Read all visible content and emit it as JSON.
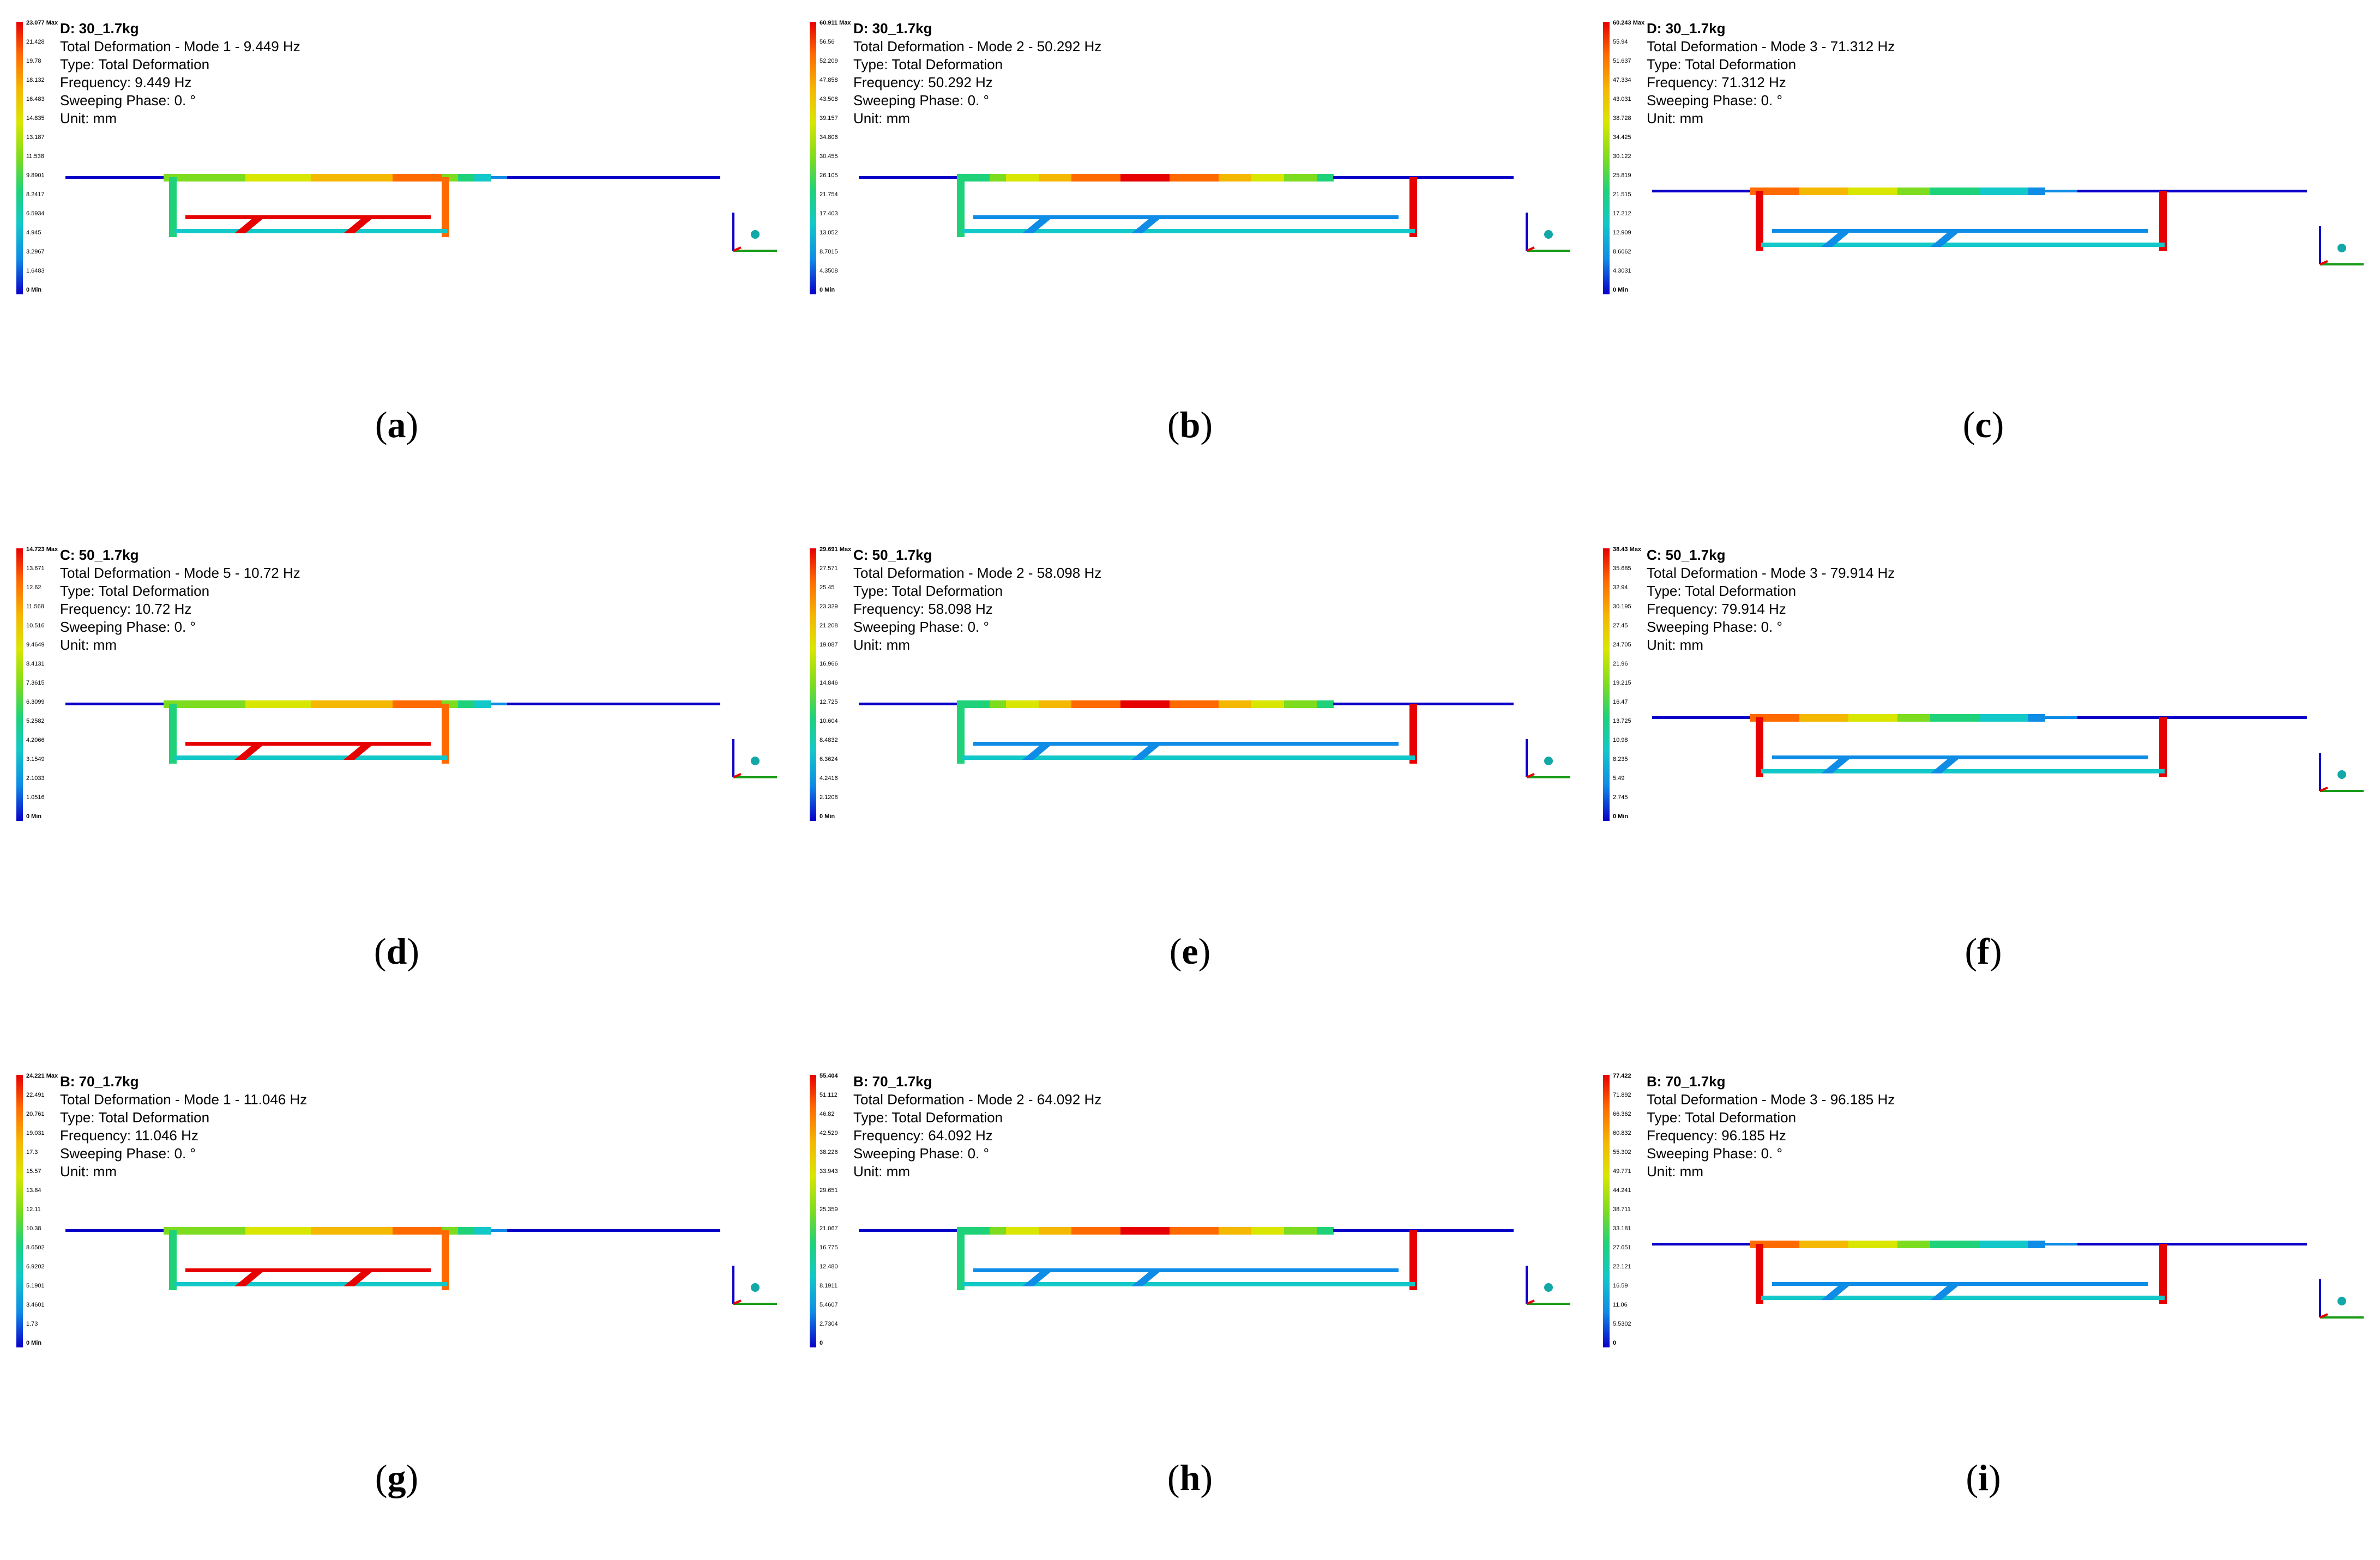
{
  "panels": [
    {
      "caption_letter": "a",
      "title": "D: 30_1.7kg",
      "subtitle": "Total Deformation - Mode 1 - 9.449 Hz",
      "type_line": "Type: Total Deformation",
      "frequency_line": "Frequency: 9.449 Hz",
      "phase_line": "Sweeping Phase: 0. °",
      "unit_line": "Unit: mm",
      "legend": [
        "23.077 Max",
        "21.428",
        "19.78",
        "18.132",
        "16.483",
        "14.835",
        "13.187",
        "11.538",
        "9.8901",
        "8.2417",
        "6.5934",
        "4.945",
        "3.2967",
        "1.6483",
        "0 Min"
      ]
    },
    {
      "caption_letter": "b",
      "title": "D: 30_1.7kg",
      "subtitle": "Total Deformation - Mode 2 - 50.292 Hz",
      "type_line": "Type: Total Deformation",
      "frequency_line": "Frequency: 50.292 Hz",
      "phase_line": "Sweeping Phase: 0. °",
      "unit_line": "Unit: mm",
      "legend": [
        "60.911 Max",
        "56.56",
        "52.209",
        "47.858",
        "43.508",
        "39.157",
        "34.806",
        "30.455",
        "26.105",
        "21.754",
        "17.403",
        "13.052",
        "8.7015",
        "4.3508",
        "0 Min"
      ]
    },
    {
      "caption_letter": "c",
      "title": "D: 30_1.7kg",
      "subtitle": "Total Deformation - Mode 3 - 71.312 Hz",
      "type_line": "Type: Total Deformation",
      "frequency_line": "Frequency: 71.312 Hz",
      "phase_line": "Sweeping Phase: 0. °",
      "unit_line": "Unit: mm",
      "legend": [
        "60.243 Max",
        "55.94",
        "51.637",
        "47.334",
        "43.031",
        "38.728",
        "34.425",
        "30.122",
        "25.819",
        "21.515",
        "17.212",
        "12.909",
        "8.6062",
        "4.3031",
        "0 Min"
      ]
    },
    {
      "caption_letter": "d",
      "title": "C: 50_1.7kg",
      "subtitle": "Total Deformation - Mode 5 - 10.72 Hz",
      "type_line": "Type: Total Deformation",
      "frequency_line": "Frequency: 10.72 Hz",
      "phase_line": "Sweeping Phase: 0. °",
      "unit_line": "Unit: mm",
      "legend": [
        "14.723 Max",
        "13.671",
        "12.62",
        "11.568",
        "10.516",
        "9.4649",
        "8.4131",
        "7.3615",
        "6.3099",
        "5.2582",
        "4.2066",
        "3.1549",
        "2.1033",
        "1.0516",
        "0 Min"
      ]
    },
    {
      "caption_letter": "e",
      "title": "C: 50_1.7kg",
      "subtitle": "Total Deformation - Mode 2 - 58.098 Hz",
      "type_line": "Type: Total Deformation",
      "frequency_line": "Frequency: 58.098 Hz",
      "phase_line": "Sweeping Phase: 0. °",
      "unit_line": "Unit: mm",
      "legend": [
        "29.691 Max",
        "27.571",
        "25.45",
        "23.329",
        "21.208",
        "19.087",
        "16.966",
        "14.846",
        "12.725",
        "10.604",
        "8.4832",
        "6.3624",
        "4.2416",
        "2.1208",
        "0 Min"
      ]
    },
    {
      "caption_letter": "f",
      "title": "C: 50_1.7kg",
      "subtitle": "Total Deformation - Mode 3 - 79.914 Hz",
      "type_line": "Type: Total Deformation",
      "frequency_line": "Frequency: 79.914 Hz",
      "phase_line": "Sweeping Phase: 0. °",
      "unit_line": "Unit: mm",
      "legend": [
        "38.43 Max",
        "35.685",
        "32.94",
        "30.195",
        "27.45",
        "24.705",
        "21.96",
        "19.215",
        "16.47",
        "13.725",
        "10.98",
        "8.235",
        "5.49",
        "2.745",
        "0 Min"
      ]
    },
    {
      "caption_letter": "g",
      "title": "B: 70_1.7kg",
      "subtitle": "Total Deformation - Mode 1 - 11.046 Hz",
      "type_line": "Type: Total Deformation",
      "frequency_line": "Frequency: 11.046 Hz",
      "phase_line": "Sweeping Phase: 0. °",
      "unit_line": "Unit: mm",
      "legend": [
        "24.221 Max",
        "22.491",
        "20.761",
        "19.031",
        "17.3",
        "15.57",
        "13.84",
        "12.11",
        "10.38",
        "8.6502",
        "6.9202",
        "5.1901",
        "3.4601",
        "1.73",
        "0 Min"
      ]
    },
    {
      "caption_letter": "h",
      "title": "B: 70_1.7kg",
      "subtitle": "Total Deformation - Mode 2 - 64.092 Hz",
      "type_line": "Type: Total Deformation",
      "frequency_line": "Frequency: 64.092 Hz",
      "phase_line": "Sweeping Phase: 0. °",
      "unit_line": "Unit: mm",
      "legend": [
        "55.404",
        "51.112",
        "46.82",
        "42.529",
        "38.226",
        "33.943",
        "29.651",
        "25.359",
        "21.067",
        "16.775",
        "12.480",
        "8.1911",
        "5.4607",
        "2.7304",
        "0"
      ]
    },
    {
      "caption_letter": "i",
      "title": "B: 70_1.7kg",
      "subtitle": "Total Deformation - Mode 3 - 96.185 Hz",
      "type_line": "Type: Total Deformation",
      "frequency_line": "Frequency: 96.185 Hz",
      "phase_line": "Sweeping Phase: 0. °",
      "unit_line": "Unit: mm",
      "legend": [
        "77.422",
        "71.892",
        "66.362",
        "60.832",
        "55.302",
        "49.771",
        "44.241",
        "38.711",
        "33.181",
        "27.651",
        "22.121",
        "16.59",
        "11.06",
        "5.5302",
        "0"
      ]
    }
  ]
}
